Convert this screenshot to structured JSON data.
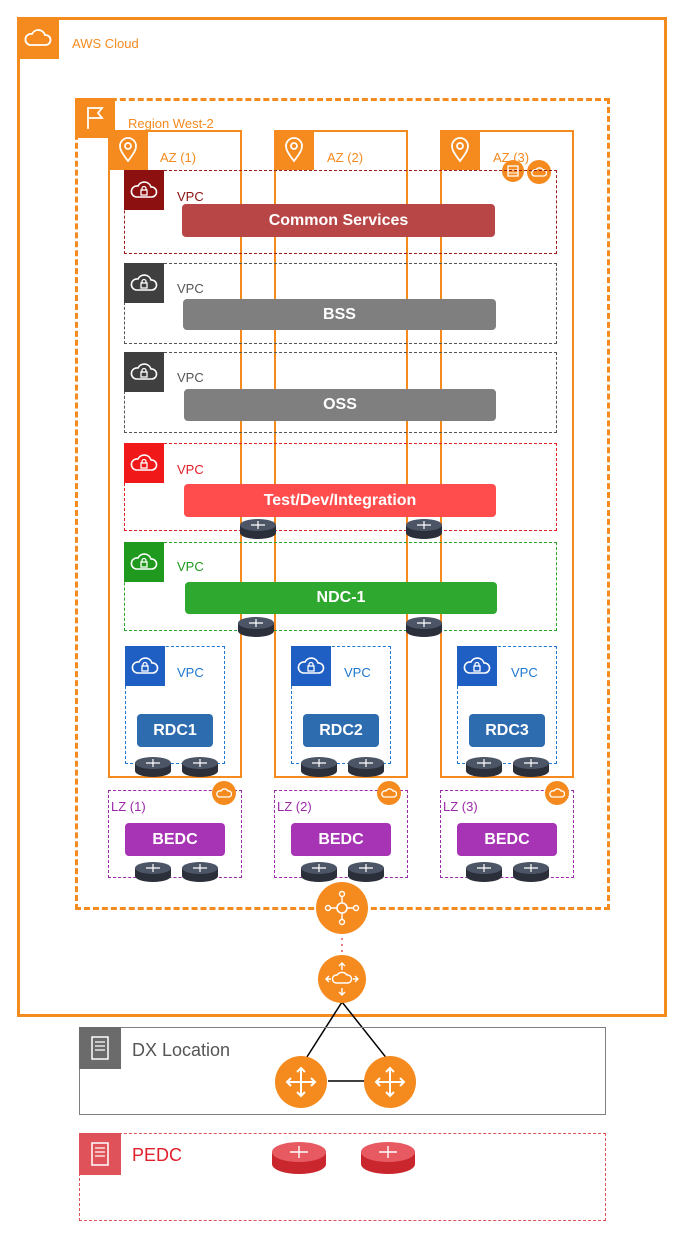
{
  "cloud": {
    "title": "AWS Cloud"
  },
  "region": {
    "title": "Region West-2"
  },
  "azs": [
    {
      "label": "AZ (1)"
    },
    {
      "label": "AZ (2)"
    },
    {
      "label": "AZ (3)"
    }
  ],
  "vpcs": [
    {
      "label": "VPC",
      "name": "Common Services",
      "color": "#b94646",
      "border": "#9b1c1c",
      "icon_bg": "#8c1010"
    },
    {
      "label": "VPC",
      "name": "BSS",
      "color": "#7f7f7f",
      "border": "#555555",
      "icon_bg": "#3f3f3f"
    },
    {
      "label": "VPC",
      "name": "OSS",
      "color": "#7f7f7f",
      "border": "#555555",
      "icon_bg": "#3f3f3f"
    },
    {
      "label": "VPC",
      "name": "Test/Dev/Integration",
      "color": "#ff4d4d",
      "border": "#e0202a",
      "icon_bg": "#f01818"
    },
    {
      "label": "VPC",
      "name": "NDC-1",
      "color": "#2fa82f",
      "border": "#2aa52a",
      "icon_bg": "#1f9a1f"
    }
  ],
  "rdcs": [
    {
      "label": "VPC",
      "name": "RDC1"
    },
    {
      "label": "VPC",
      "name": "RDC2"
    },
    {
      "label": "VPC",
      "name": "RDC3"
    }
  ],
  "lzs": [
    {
      "label": "LZ (1)",
      "name": "BEDC"
    },
    {
      "label": "LZ (2)",
      "name": "BEDC"
    },
    {
      "label": "LZ (3)",
      "name": "BEDC"
    }
  ],
  "dx": {
    "title": "DX Location"
  },
  "pedc": {
    "title": "PEDC"
  },
  "colors": {
    "aws_orange": "#f58a1f",
    "rdc_blue": "#2e6cb0",
    "rdc_border": "#1f78d1",
    "bedc_purple": "#a733b5",
    "lz_border": "#9b2aa8",
    "pedc_red": "#e0525a"
  }
}
